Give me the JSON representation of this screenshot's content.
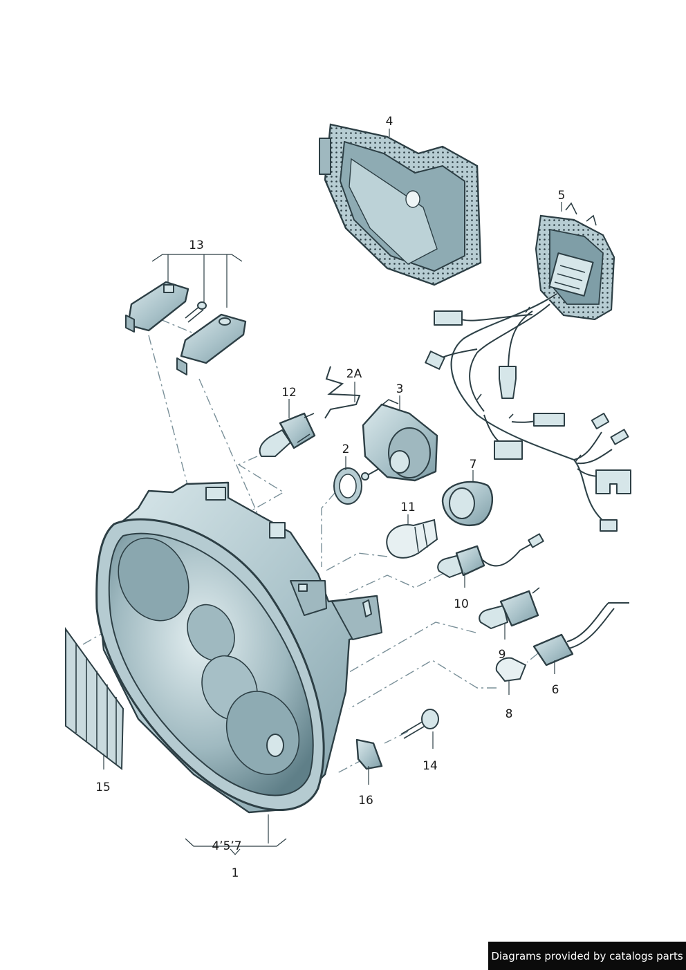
{
  "callouts": {
    "c1": "1",
    "c4_5_7": "4’5’7",
    "c2": "2",
    "c2A": "2A",
    "c3": "3",
    "c4": "4",
    "c5": "5",
    "c6": "6",
    "c7": "7",
    "c8": "8",
    "c9": "9",
    "c10": "10",
    "c11": "11",
    "c12": "12",
    "c13": "13",
    "c14": "14",
    "c15": "15",
    "c16": "16"
  },
  "footer": {
    "credit": "Diagrams provided by catalogs parts"
  },
  "colors": {
    "part_fill": "#b7cdd3",
    "part_light": "#d6e6e9",
    "outline": "#2d3f45",
    "guide_line": "#7a9099",
    "footer_bg": "#0b0b0b"
  }
}
